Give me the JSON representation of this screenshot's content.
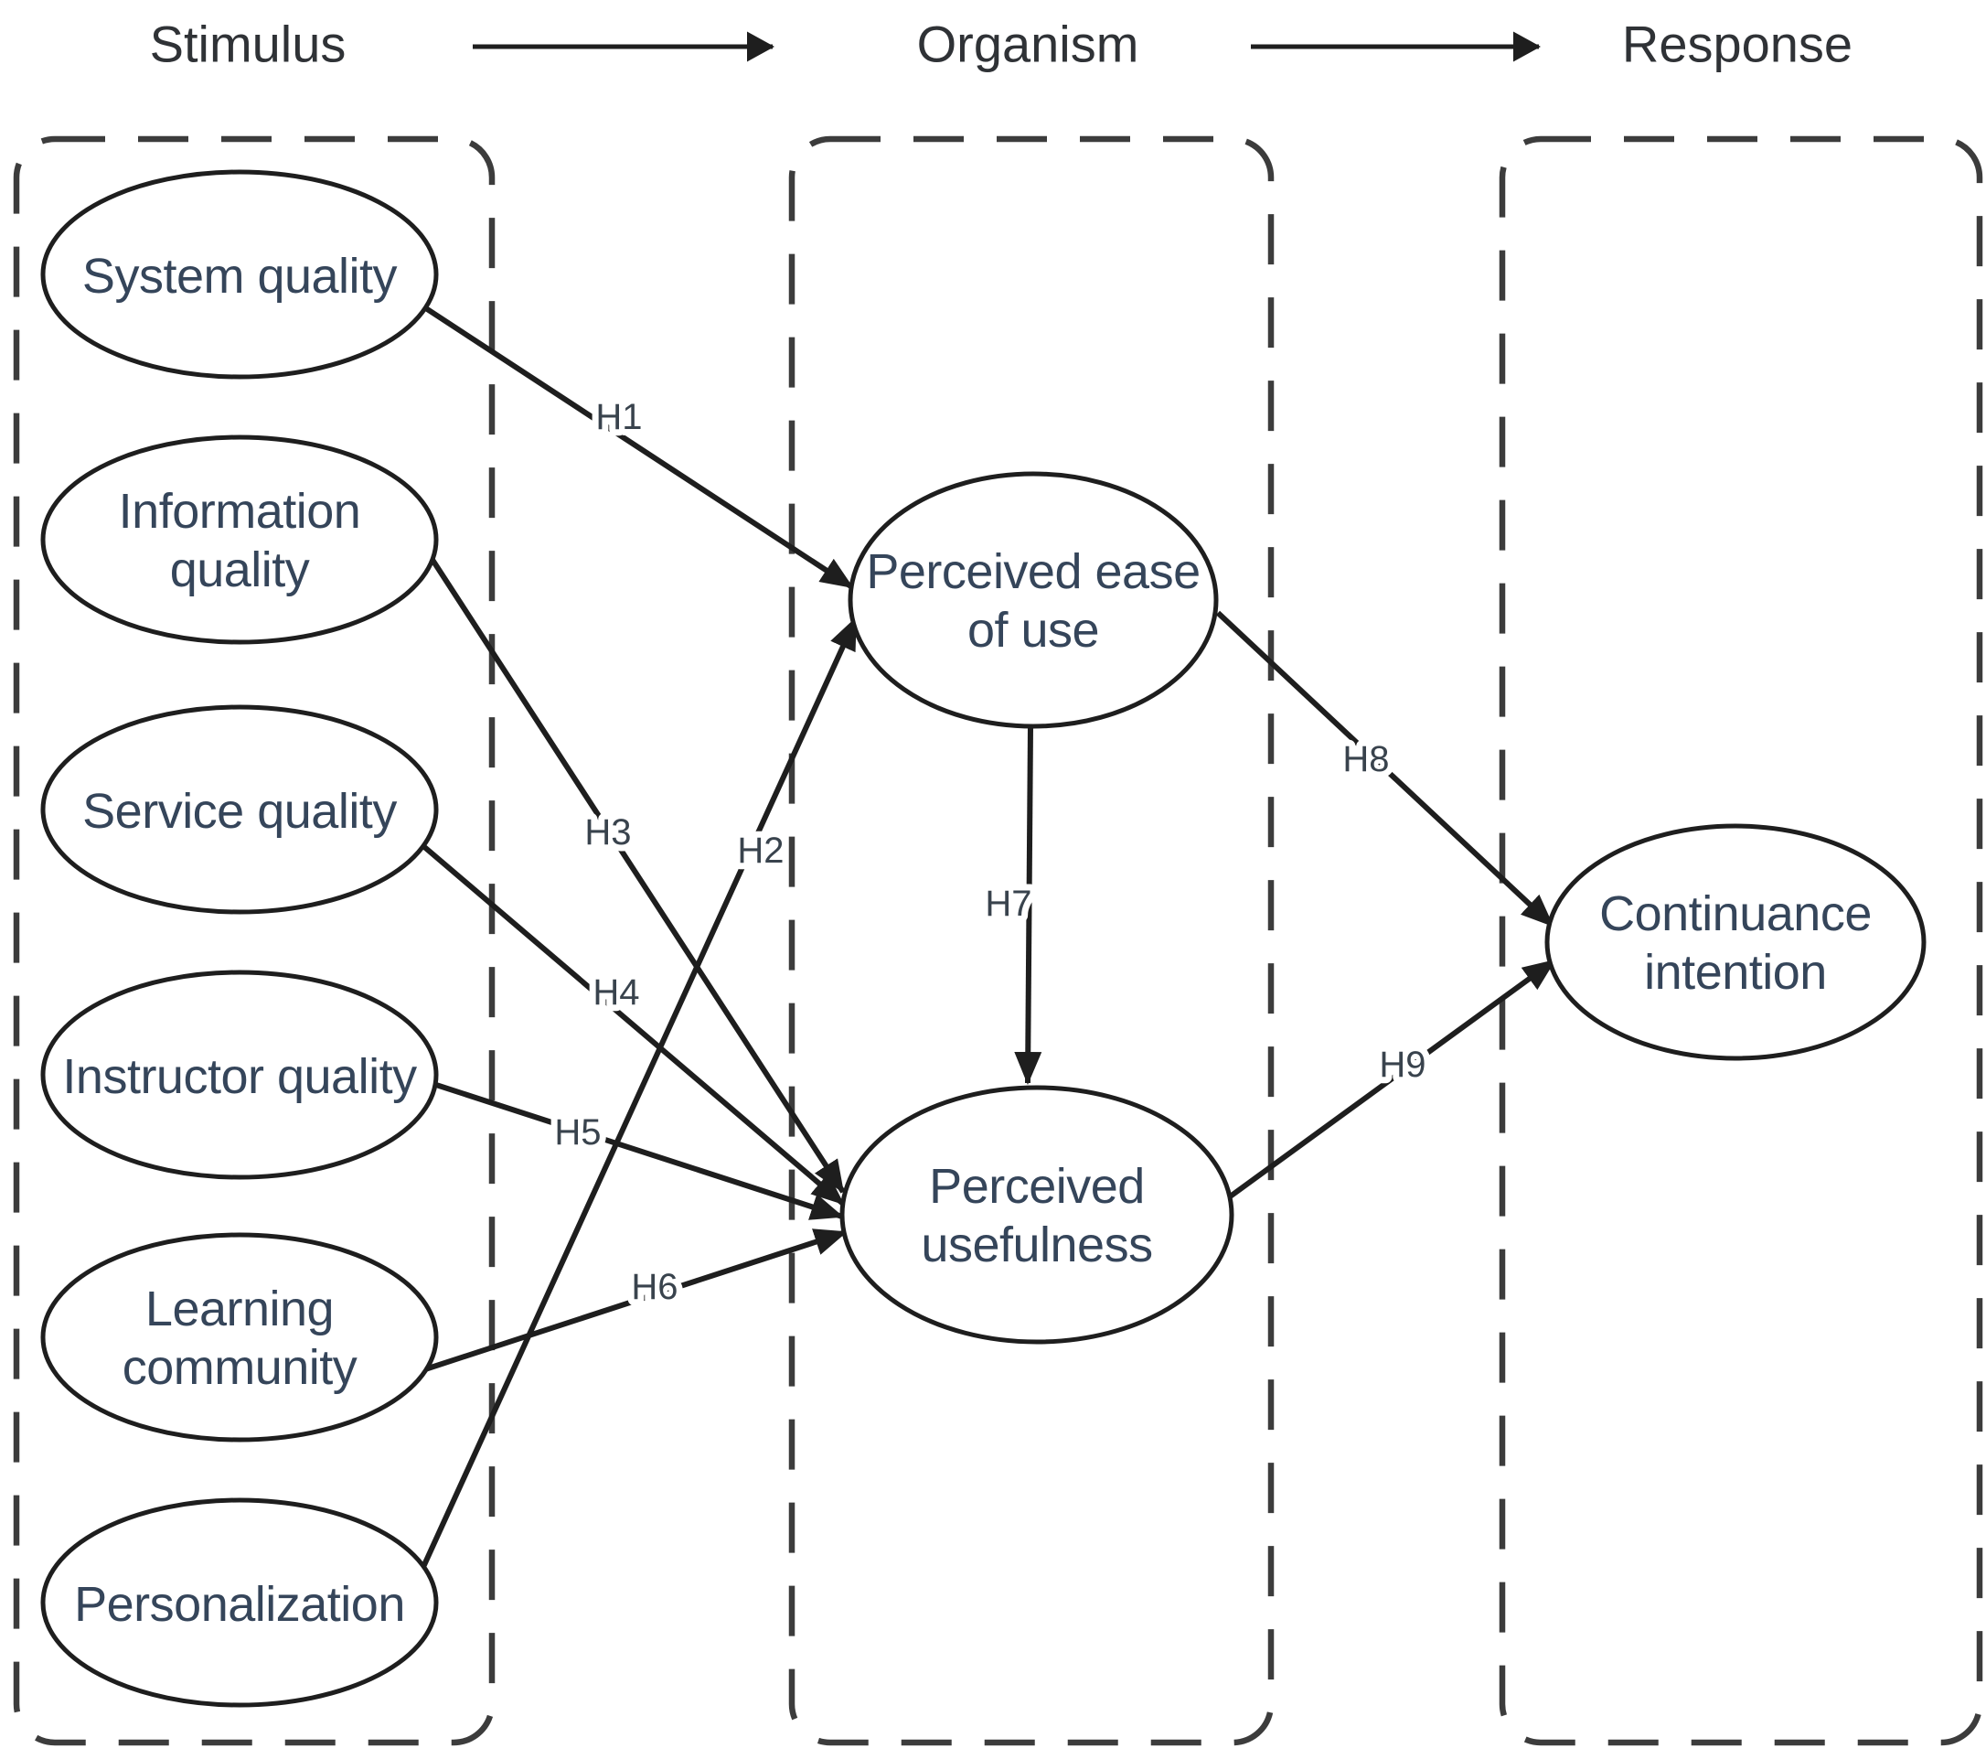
{
  "header": {
    "items": [
      {
        "label": "Stimulus"
      },
      {
        "label": "Organism"
      },
      {
        "label": "Response"
      }
    ]
  },
  "nodes": {
    "system_quality": {
      "label": "System quality",
      "lines": [
        "System quality"
      ]
    },
    "information_quality": {
      "label": "Information quality",
      "lines": [
        "Information",
        "quality"
      ]
    },
    "service_quality": {
      "label": "Service quality",
      "lines": [
        "Service quality"
      ]
    },
    "instructor_quality": {
      "label": "Instructor quality",
      "lines": [
        "Instructor quality"
      ]
    },
    "learning_community": {
      "label": "Learning community",
      "lines": [
        "Learning",
        "community"
      ]
    },
    "personalization": {
      "label": "Personalization",
      "lines": [
        "Personalization"
      ]
    },
    "perceived_ease_of_use": {
      "label": "Perceived ease of use",
      "lines": [
        "Perceived ease",
        "of use"
      ]
    },
    "perceived_usefulness": {
      "label": "Perceived usefulness",
      "lines": [
        "Perceived",
        "usefulness"
      ]
    },
    "continuance_intention": {
      "label": "Continuance intention",
      "lines": [
        "Continuance",
        "intention"
      ]
    }
  },
  "edges": [
    {
      "label": "H1",
      "from": "System quality",
      "to": "Perceived ease of use"
    },
    {
      "label": "H2",
      "from": "Personalization",
      "to": "Perceived ease of use"
    },
    {
      "label": "H3",
      "from": "Information quality",
      "to": "Perceived usefulness"
    },
    {
      "label": "H4",
      "from": "Service quality",
      "to": "Perceived usefulness"
    },
    {
      "label": "H5",
      "from": "Instructor quality",
      "to": "Perceived usefulness"
    },
    {
      "label": "H6",
      "from": "Learning community",
      "to": "Perceived usefulness"
    },
    {
      "label": "H7",
      "from": "Perceived ease of use",
      "to": "Perceived usefulness"
    },
    {
      "label": "H8",
      "from": "Perceived ease of use",
      "to": "Continuance intention"
    },
    {
      "label": "H9",
      "from": "Perceived usefulness",
      "to": "Continuance intention"
    }
  ],
  "colors": {
    "background": "#ffffff",
    "line": "#1e1e1e",
    "dashed_box": "#3c3c3c",
    "node_text": "#35455a",
    "header_text": "#2f3236",
    "edge_text": "#39434d"
  }
}
